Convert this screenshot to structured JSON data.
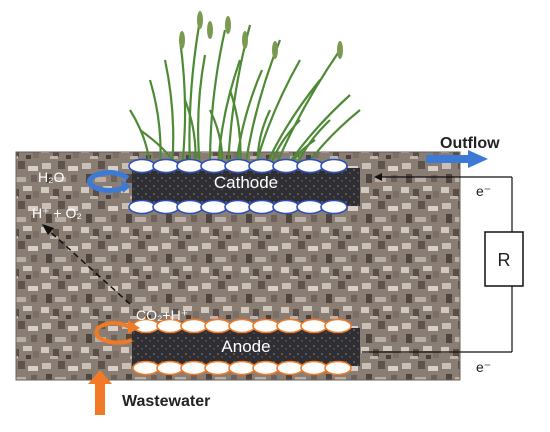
{
  "labels": {
    "cathode": "Cathode",
    "anode": "Anode",
    "outflow": "Outflow",
    "wastewater": "Wastewater",
    "resistor": "R",
    "electron_top": "e⁻",
    "electron_bottom": "e⁻",
    "water": "H₂O",
    "proton_oxygen": "H⁺ + O₂",
    "co2_proton": "CO₂+H⁺"
  },
  "colors": {
    "soil": "#8a7d74",
    "soil_dark": "#5e534c",
    "soil_light": "#c9c0b8",
    "electrode": "#2f2f33",
    "cathode_border": "#2b4fb8",
    "anode_border": "#f07a25",
    "outflow_arrow": "#3d7ad6",
    "wastewater_arrow": "#f07a25",
    "plant": "#4e8a36"
  },
  "icons": {
    "outflow": "arrow-right-icon",
    "wastewater": "arrow-up-icon",
    "water_cycle": "curved-arrow-icon",
    "co2_cycle": "curved-arrow-icon"
  }
}
